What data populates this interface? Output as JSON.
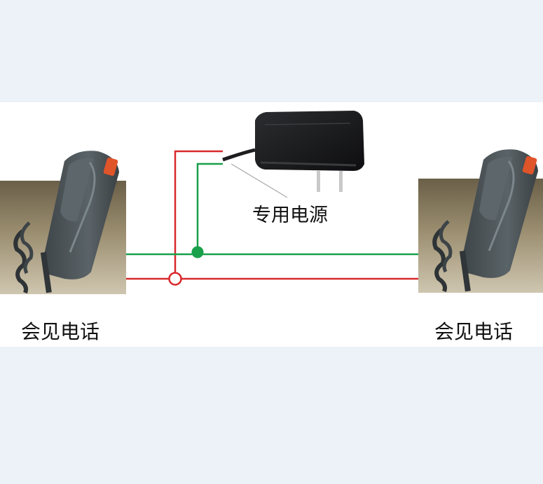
{
  "labels": {
    "phone_left": "会见电话",
    "phone_right": "会见电话",
    "power": "专用电源"
  },
  "colors": {
    "page_background": "#edf2f8",
    "panel_background": "#ffffff",
    "wire_red": "#d8282b",
    "wire_green": "#19a04a",
    "handset": "#4b5358",
    "handset_button": "#e0542a",
    "adapter": "#1b1c1e"
  },
  "icons": {
    "left_phone": "wall-telephone-icon",
    "right_phone": "wall-telephone-icon",
    "adapter": "power-adapter-icon"
  }
}
